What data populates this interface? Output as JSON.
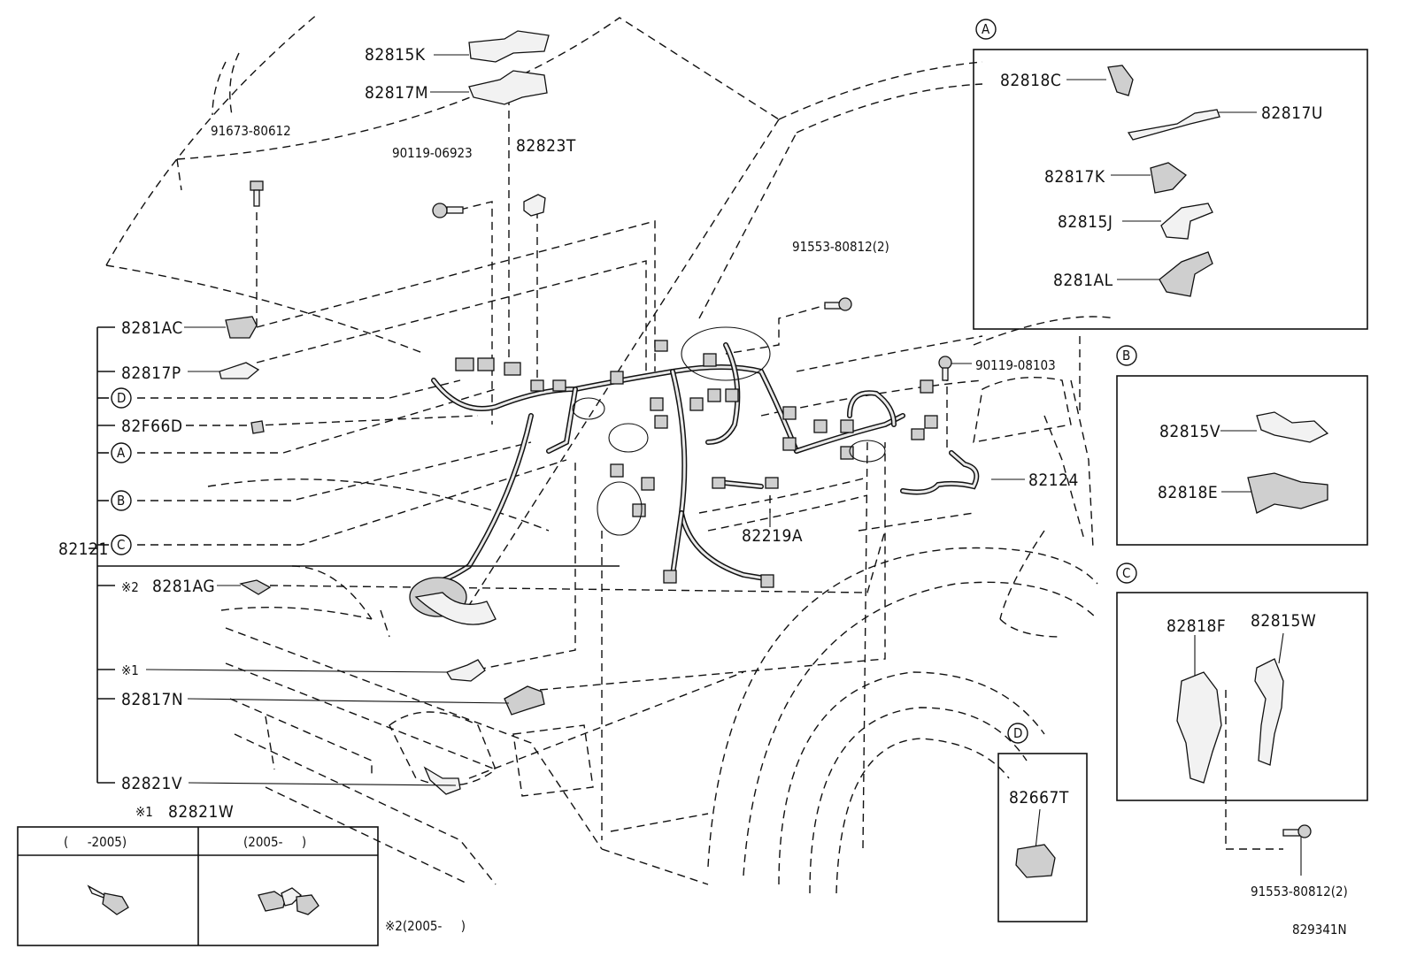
{
  "diagram_id": "829341N",
  "left_bracket_label": "82121",
  "left_callouts": {
    "c_82281ac": "8281AC",
    "c_82817p": "82817P",
    "c_d": "D",
    "c_82f66d": "82F66D",
    "c_a": "A",
    "c_b": "B",
    "c_c": "C",
    "c_82281ag_mark": "※2",
    "c_82281ag": "8281AG",
    "c_mark1": "※1",
    "c_82817n": "82817N",
    "c_82821v": "82821V"
  },
  "top_callouts": {
    "p_82815k": "82815K",
    "p_82817m": "82817M",
    "p_91673": "91673-80612",
    "p_90119_06923": "90119-06923",
    "p_82823t": "82823T",
    "p_91553_mid": "91553-80812(2)",
    "p_90119_08103": "90119-08103",
    "p_82124": "82124",
    "p_82219a": "82219A"
  },
  "detail_a": {
    "tag": "A",
    "items": [
      "82818C",
      "82817U",
      "82817K",
      "82815J",
      "8281AL"
    ]
  },
  "detail_b": {
    "tag": "B",
    "items": [
      "82815V",
      "82818E"
    ]
  },
  "detail_c": {
    "tag": "C",
    "items": [
      "82818F",
      "82815W"
    ],
    "bolt": "91553-80812(2)"
  },
  "detail_d": {
    "tag": "D",
    "items": [
      "82667T"
    ]
  },
  "bottom_table": {
    "title_mark": "※1",
    "title": "82821W",
    "col1": "(     -2005)",
    "col2": "(2005-     )"
  },
  "note2": "※2(2005-     )"
}
